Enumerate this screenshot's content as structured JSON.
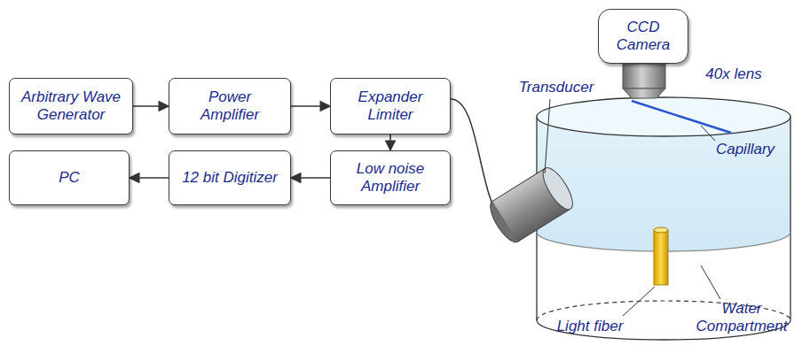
{
  "diagram": {
    "nodes": [
      {
        "text": [
          "Arbitrary Wave Generator"
        ]
      },
      {
        "text": [
          "Power Amplifier"
        ]
      },
      {
        "text": [
          "Expander Limiter"
        ]
      },
      {
        "text": [
          "PC"
        ]
      },
      {
        "text": [
          "12 bit Digitizer"
        ]
      },
      {
        "text": [
          "Low noise Amplifier"
        ]
      },
      {
        "text": [
          "CCD Camera"
        ]
      }
    ],
    "edges": [
      {
        "from": 0,
        "to": 1,
        "arrow": "to"
      },
      {
        "from": 1,
        "to": 2,
        "arrow": "to"
      },
      {
        "from": 2,
        "to": 5,
        "arrow": "to"
      },
      {
        "from": 5,
        "to": 4,
        "arrow": "to"
      },
      {
        "from": 4,
        "to": 3,
        "arrow": "to"
      }
    ],
    "labels": [
      "Transducer",
      "40x lens",
      "Capillary",
      "Light fiber",
      "Water Compartment"
    ]
  }
}
